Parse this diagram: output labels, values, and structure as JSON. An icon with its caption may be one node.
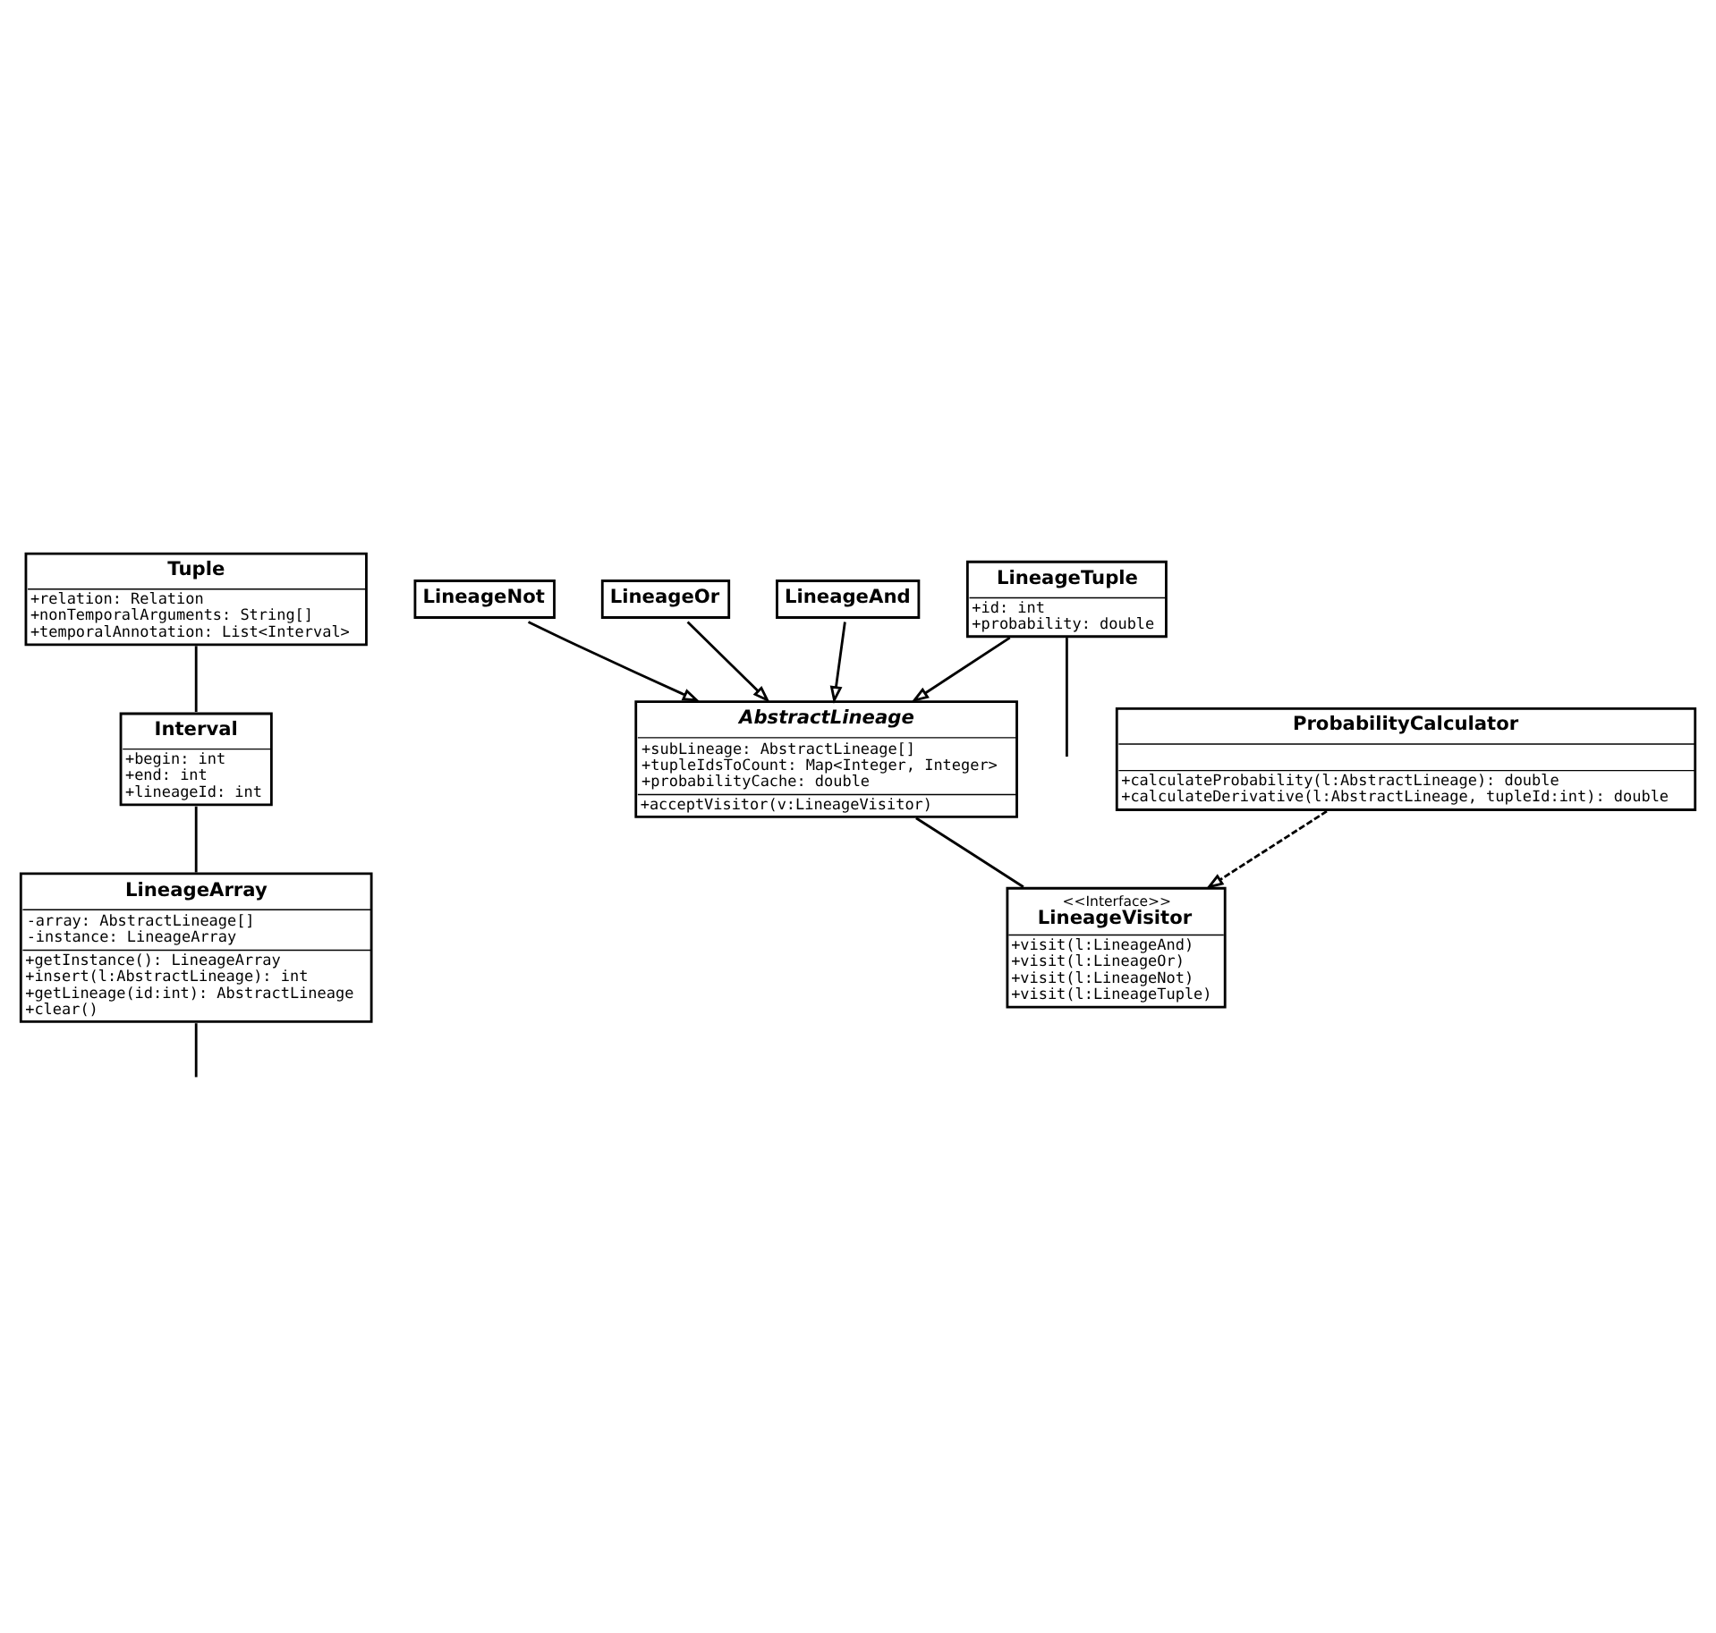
{
  "diagram": {
    "nodes": [
      {
        "text": [
          "Tuple",
          "+relation: Relation",
          "+nonTemporalArguments: String[]",
          "+temporalAnnotation: List<Interval>"
        ]
      },
      {
        "text": [
          "Interval",
          "+begin: int",
          "+end: int",
          "+lineageId: int"
        ]
      },
      {
        "text": [
          "LineageArray",
          "-array: AbstractLineage[]",
          "-instance: LineageArray",
          "+getInstance(): LineageArray",
          "+insert(l:AbstractLineage): int",
          "+getLineage(id:int): AbstractLineage",
          "+clear()"
        ]
      },
      {
        "text": [
          "LineageTuple",
          "+id: int",
          "+probability: double"
        ]
      },
      {
        "text": [
          "AbstractLineage",
          "+subLineage: AbstractLineage[]",
          "+tupleIdsToCount: Map<Integer, Integer>",
          "+probabilityCache: double",
          "+acceptVisitor(v:LineageVisitor)"
        ]
      },
      {
        "text": [
          "LineageNot"
        ]
      },
      {
        "text": [
          "LineageOr"
        ]
      },
      {
        "text": [
          "LineageAnd"
        ]
      },
      {
        "text": [
          "<<Interface>>",
          "LineageVisitor",
          "+visit(l:LineageAnd)",
          "+visit(l:LineageOr)",
          "+visit(l:LineageNot)",
          "+visit(l:LineageTuple)"
        ]
      },
      {
        "text": [
          "ProbabilityCalculator",
          "+calculateProbability(l:AbstractLineage): double",
          "+calculateDerivative(l:AbstractLineage, tupleId:int): double"
        ]
      }
    ],
    "edges": [
      {
        "from": 0,
        "to": 1,
        "arrow": "none"
      },
      {
        "from": 1,
        "to": 2,
        "arrow": "none"
      },
      {
        "from": 2,
        "to": null,
        "arrow": "none"
      },
      {
        "from": 3,
        "to": null,
        "arrow": "none"
      },
      {
        "from": 3,
        "to": 4,
        "arrow": "to"
      },
      {
        "from": 5,
        "to": 4,
        "arrow": "to"
      },
      {
        "from": 6,
        "to": 4,
        "arrow": "to"
      },
      {
        "from": 7,
        "to": 4,
        "arrow": "to"
      },
      {
        "from": 4,
        "to": 8,
        "arrow": "none"
      },
      {
        "from": 9,
        "to": 8,
        "arrow": "to",
        "style": "dashed"
      }
    ]
  }
}
